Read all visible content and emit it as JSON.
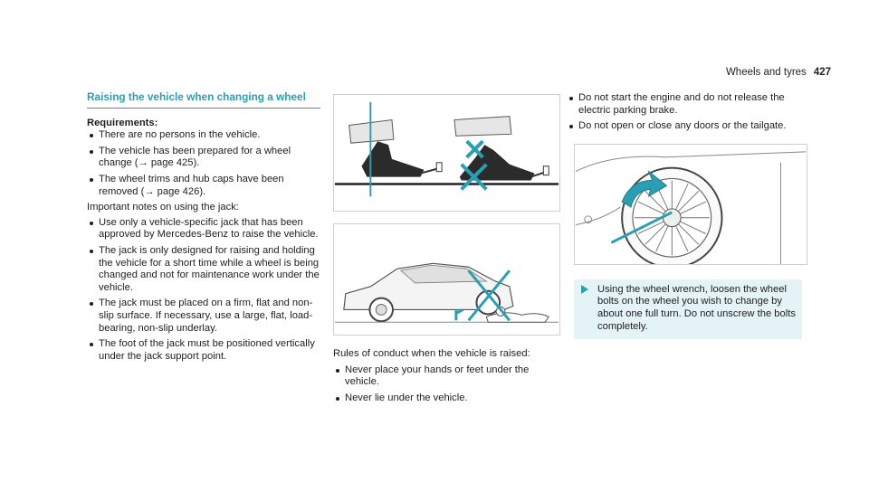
{
  "header": {
    "section": "Wheels and tyres",
    "page_number": "427"
  },
  "col1": {
    "title": "Raising the vehicle when changing a wheel",
    "requirements_title": "Requirements:",
    "requirements": [
      "There are no persons in the vehicle.",
      "The vehicle has been prepared for a wheel change (→ page 425).",
      "The wheel trims and hub caps have been removed (→ page 426)."
    ],
    "notes_intro": "Important notes on using the jack:",
    "notes": [
      "Use only a vehicle-specific jack that has been approved by Mercedes-Benz to raise the vehicle.",
      "The jack is only designed for raising and holding the vehicle for a short time while a wheel is being changed and not for maintenance work under the vehicle.",
      "The jack must be placed on a firm, flat and non-slip surface. If necessary, use a large, flat, load-bearing, non-slip underlay.",
      "The foot of the jack must be positioned vertically under the jack support point."
    ]
  },
  "col2": {
    "rules_intro": "Rules of conduct when the vehicle is raised:",
    "rules": [
      "Never place your hands or feet under the vehicle.",
      "Never lie under the vehicle."
    ]
  },
  "col3": {
    "bullets": [
      "Do not start the engine and do not release the electric parking brake.",
      "Do not open or close any doors or the tailgate."
    ],
    "instruction": "Using the wheel wrench, loosen the wheel bolts on the wheel you wish to change by about one full turn. Do not unscrew the bolts completely."
  },
  "colors": {
    "accent": "#2a9fb3",
    "instruction_bg": "#e4f3f6"
  },
  "icons": [
    "arrow-right-icon",
    "prohibited-cross-icon",
    "checkmark-icon",
    "rotation-arrow-icon"
  ]
}
